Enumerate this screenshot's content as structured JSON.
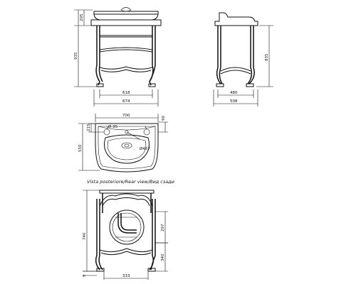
{
  "front_view": {
    "width_inner": "618",
    "width_outer": "674",
    "height_total": "935",
    "height_top": "205"
  },
  "side_view": {
    "depth_inner": "480",
    "depth_outer": "508",
    "height_body": "835"
  },
  "top_view": {
    "width_total": "700",
    "side_margin": "90",
    "hole_dia": "Ø 35",
    "hole_offset": "215",
    "depth_total": "550",
    "bowl_dia": "Ø457"
  },
  "rear_view": {
    "caption": "Vista posteriore/Rear view/Вид сзади",
    "height_total": "740",
    "depth_back": "297",
    "height_low": "340",
    "width_gap": "333",
    "offset_bottom": "5"
  }
}
